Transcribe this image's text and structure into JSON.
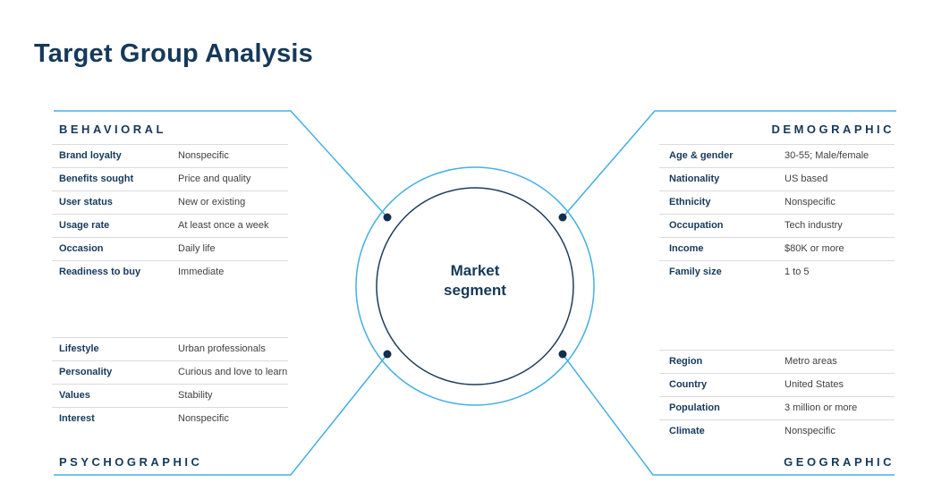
{
  "title": "Target Group Analysis",
  "center": {
    "label": "Market segment"
  },
  "colors": {
    "navy": "#15395B",
    "light_blue": "#45AFE5",
    "dot_navy": "#132F4D",
    "inner_circle": "#1D3C5C",
    "value_text": "#3F3F3F",
    "separator": "#DBDBDB"
  },
  "quadrants": {
    "behavioral": {
      "header": "BEHAVIORAL",
      "rows": [
        {
          "label": "Brand loyalty",
          "value": "Nonspecific"
        },
        {
          "label": "Benefits sought",
          "value": "Price and quality"
        },
        {
          "label": "User status",
          "value": "New or existing"
        },
        {
          "label": "Usage rate",
          "value": "At least once a week"
        },
        {
          "label": "Occasion",
          "value": "Daily life"
        },
        {
          "label": "Readiness to buy",
          "value": "Immediate"
        }
      ]
    },
    "demographic": {
      "header": "DEMOGRAPHIC",
      "rows": [
        {
          "label": "Age & gender",
          "value": "30-55; Male/female"
        },
        {
          "label": "Nationality",
          "value": "US based"
        },
        {
          "label": "Ethnicity",
          "value": "Nonspecific"
        },
        {
          "label": "Occupation",
          "value": "Tech industry"
        },
        {
          "label": "Income",
          "value": "$80K or more"
        },
        {
          "label": "Family size",
          "value": "1 to 5"
        }
      ]
    },
    "psychographic": {
      "header": "PSYCHOGRAPHIC",
      "rows": [
        {
          "label": "Lifestyle",
          "value": "Urban professionals"
        },
        {
          "label": "Personality",
          "value": "Curious and love to learn"
        },
        {
          "label": "Values",
          "value": "Stability"
        },
        {
          "label": "Interest",
          "value": "Nonspecific"
        }
      ]
    },
    "geographic": {
      "header": "GEOGRAPHIC",
      "rows": [
        {
          "label": "Region",
          "value": "Metro areas"
        },
        {
          "label": "Country",
          "value": "United States"
        },
        {
          "label": "Population",
          "value": "3 million or more"
        },
        {
          "label": "Climate",
          "value": "Nonspecific"
        }
      ]
    }
  }
}
